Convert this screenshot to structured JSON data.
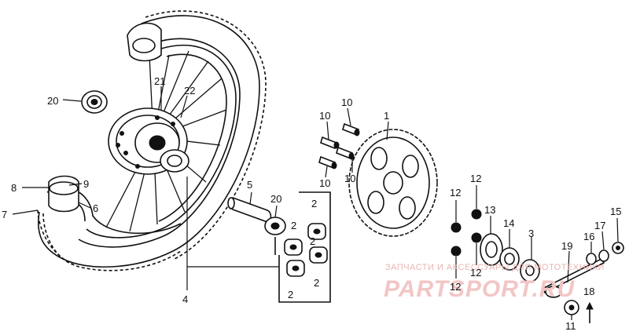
{
  "labels": {
    "l1": "1",
    "l2a": "2",
    "l2b": "2",
    "l2c": "2",
    "l2d": "2",
    "l2e": "2",
    "l3": "3",
    "l4": "4",
    "l5": "5",
    "l6": "6",
    "l7": "7",
    "l8": "8",
    "l9": "9",
    "l10a": "10",
    "l10b": "10",
    "l10c": "10",
    "l10d": "10",
    "l11": "11",
    "l12a": "12",
    "l12b": "12",
    "l12c": "12",
    "l12d": "12",
    "l13": "13",
    "l14": "14",
    "l15": "15",
    "l16": "16",
    "l17": "17",
    "l18": "18",
    "l19": "19",
    "l20a": "20",
    "l20b": "20",
    "l21": "21",
    "l22": "22"
  },
  "watermark": {
    "caption": "ЗАПЧАСТИ И АКСЕССУАРЫ ДЛЯ МОТОТЕХНИКИ",
    "brand": "PARTSPORT.RU"
  }
}
